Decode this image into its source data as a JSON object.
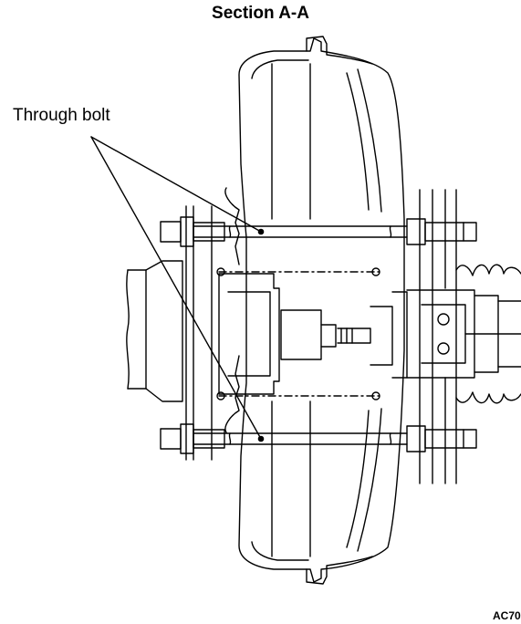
{
  "diagram": {
    "title": "Section A-A",
    "callout_label": "Through bolt",
    "figure_code": "AC70"
  },
  "colors": {
    "line": "#000000",
    "background": "#ffffff"
  }
}
